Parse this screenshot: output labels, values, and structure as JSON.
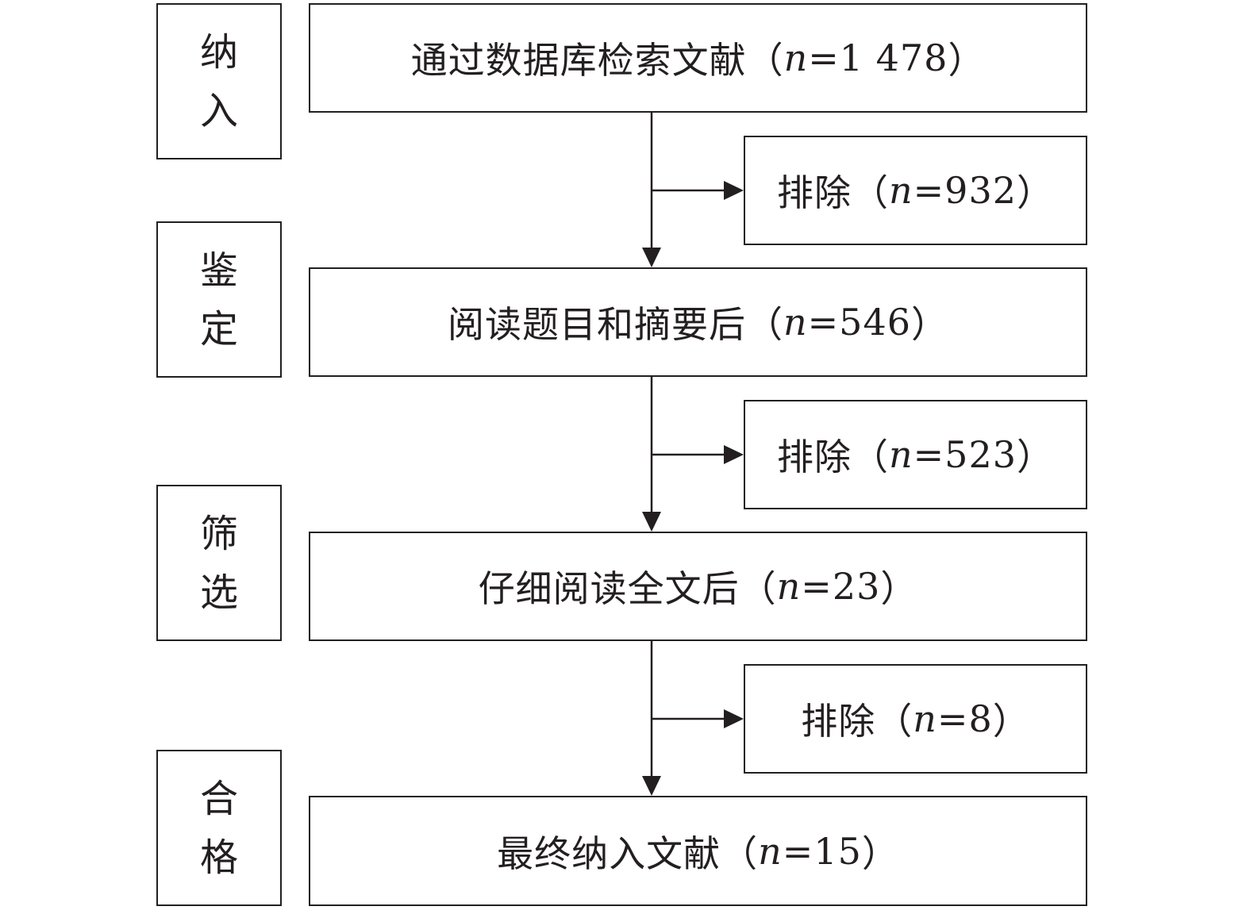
{
  "stages": [
    {
      "id": "include",
      "chars": [
        "纳",
        "入"
      ]
    },
    {
      "id": "identify",
      "chars": [
        "鉴",
        "定"
      ]
    },
    {
      "id": "screen",
      "chars": [
        "筛",
        "选"
      ]
    },
    {
      "id": "eligible",
      "chars": [
        "合",
        "格"
      ]
    }
  ],
  "main_boxes": [
    {
      "label": "通过数据库检索文献（",
      "n_symbol": "n",
      "n_value": "=1 478",
      "close": "）"
    },
    {
      "label": "阅读题目和摘要后（",
      "n_symbol": "n",
      "n_value": "=546",
      "close": "）"
    },
    {
      "label": "仔细阅读全文后（",
      "n_symbol": "n",
      "n_value": "=23",
      "close": "）"
    },
    {
      "label": "最终纳入文献（",
      "n_symbol": "n",
      "n_value": "=15",
      "close": "）"
    }
  ],
  "exclusion_boxes": [
    {
      "label": "排除（",
      "n_symbol": "n",
      "n_value": "=932",
      "close": "）"
    },
    {
      "label": "排除（",
      "n_symbol": "n",
      "n_value": "=523",
      "close": "）"
    },
    {
      "label": "排除（",
      "n_symbol": "n",
      "n_value": "=8",
      "close": "）"
    }
  ]
}
